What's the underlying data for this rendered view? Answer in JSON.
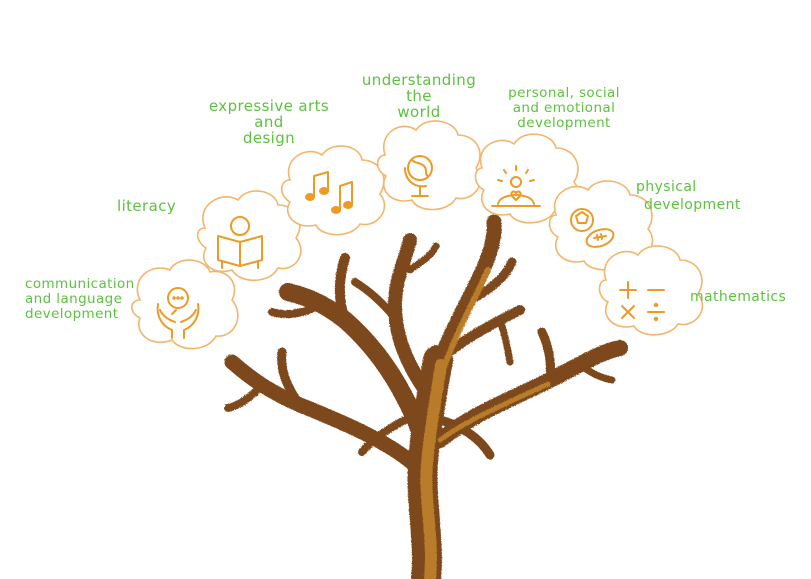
{
  "colors": {
    "label": "#5cc23f",
    "icon": "#ee9a25",
    "cloud_stroke": "#f2b56b",
    "trunk_dark": "#7a4a1f",
    "trunk": "#9b5f25",
    "trunk_light": "#c98a2d"
  },
  "areas": [
    {
      "label_lines": [
        "communication",
        "and language",
        "development"
      ],
      "icon": "hands-speech-bubble-icon"
    },
    {
      "label_lines": [
        "literacy"
      ],
      "icon": "person-reading-book-icon"
    },
    {
      "label_lines": [
        "expressive arts",
        "and",
        "design"
      ],
      "icon": "music-notes-icon"
    },
    {
      "label_lines": [
        "understanding",
        "the",
        "world"
      ],
      "icon": "globe-icon"
    },
    {
      "label_lines": [
        "personal, social",
        "and emotional",
        "development"
      ],
      "icon": "person-heart-sunrise-icon"
    },
    {
      "label_lines": [
        "physical",
        "development"
      ],
      "icon": "sports-balls-icon"
    },
    {
      "label_lines": [
        "mathematics"
      ],
      "icon": "math-symbols-icon"
    }
  ]
}
